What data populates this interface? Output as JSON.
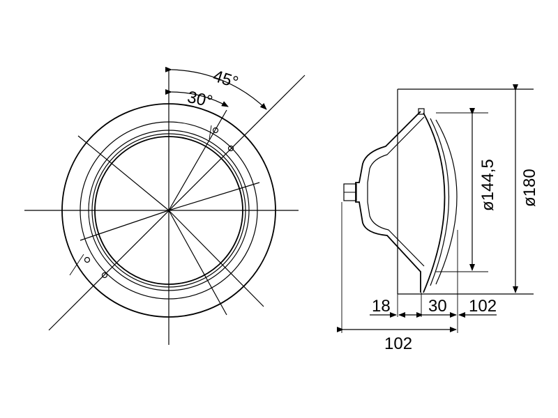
{
  "front_view": {
    "angle_outer": "45°",
    "angle_inner": "30°"
  },
  "side_view": {
    "dim_lens_diameter": "ø144,5",
    "dim_outer_diameter": "ø180",
    "dim_a": "18",
    "dim_b": "30",
    "dim_c": "102",
    "dim_total": "102"
  }
}
